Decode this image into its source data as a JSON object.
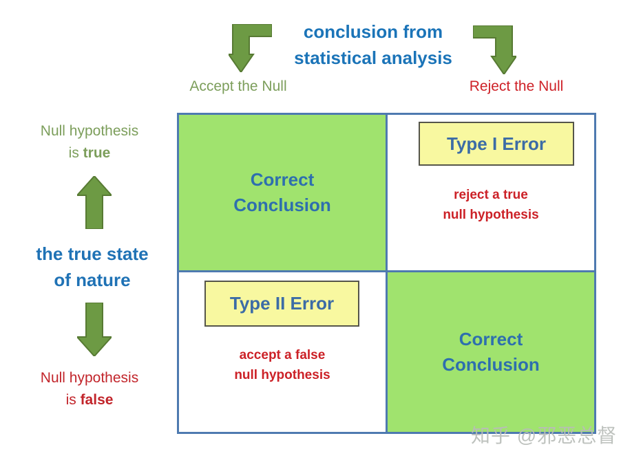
{
  "header": {
    "title_line1": "conclusion from",
    "title_line2": "statistical analysis",
    "accept_label": "Accept the Null",
    "reject_label": "Reject the Null"
  },
  "left_axis": {
    "true_line1": "Null hypothesis",
    "true_line2_prefix": "is ",
    "true_line2_bold": "true",
    "axis_title_line1": "the true state",
    "axis_title_line2": "of nature",
    "false_line1": "Null hypothesis",
    "false_line2_prefix": "is ",
    "false_line2_bold": "false"
  },
  "matrix": {
    "top_left": {
      "line1": "Correct",
      "line2": "Conclusion"
    },
    "top_right": {
      "box_label": "Type I Error",
      "desc_line1": "reject a true",
      "desc_line2": "null hypothesis"
    },
    "bottom_left": {
      "box_label": "Type II Error",
      "desc_line1": "accept a false",
      "desc_line2": "null hypothesis"
    },
    "bottom_right": {
      "line1": "Correct",
      "line2": "Conclusion"
    }
  },
  "watermark": "知乎 @邪恶总督",
  "colors": {
    "title_blue": "#1b74b8",
    "cell_text_blue": "#2e6fae",
    "error_box_text_blue": "#3c6ca6",
    "accept_green_text": "#7c9e5b",
    "reject_red_text": "#ce2127",
    "error_desc_red": "#cc2127",
    "false_red_text": "#c2252b",
    "arrow_fill_green": "#6d9a44",
    "arrow_stroke_green": "#577a33",
    "cell_green": "#a0e36e",
    "grid_border_blue": "#4e7ab0",
    "error_box_yellow": "#f8f8a0",
    "error_box_border": "#55554a",
    "watermark_gray": "#b9bdb9"
  }
}
